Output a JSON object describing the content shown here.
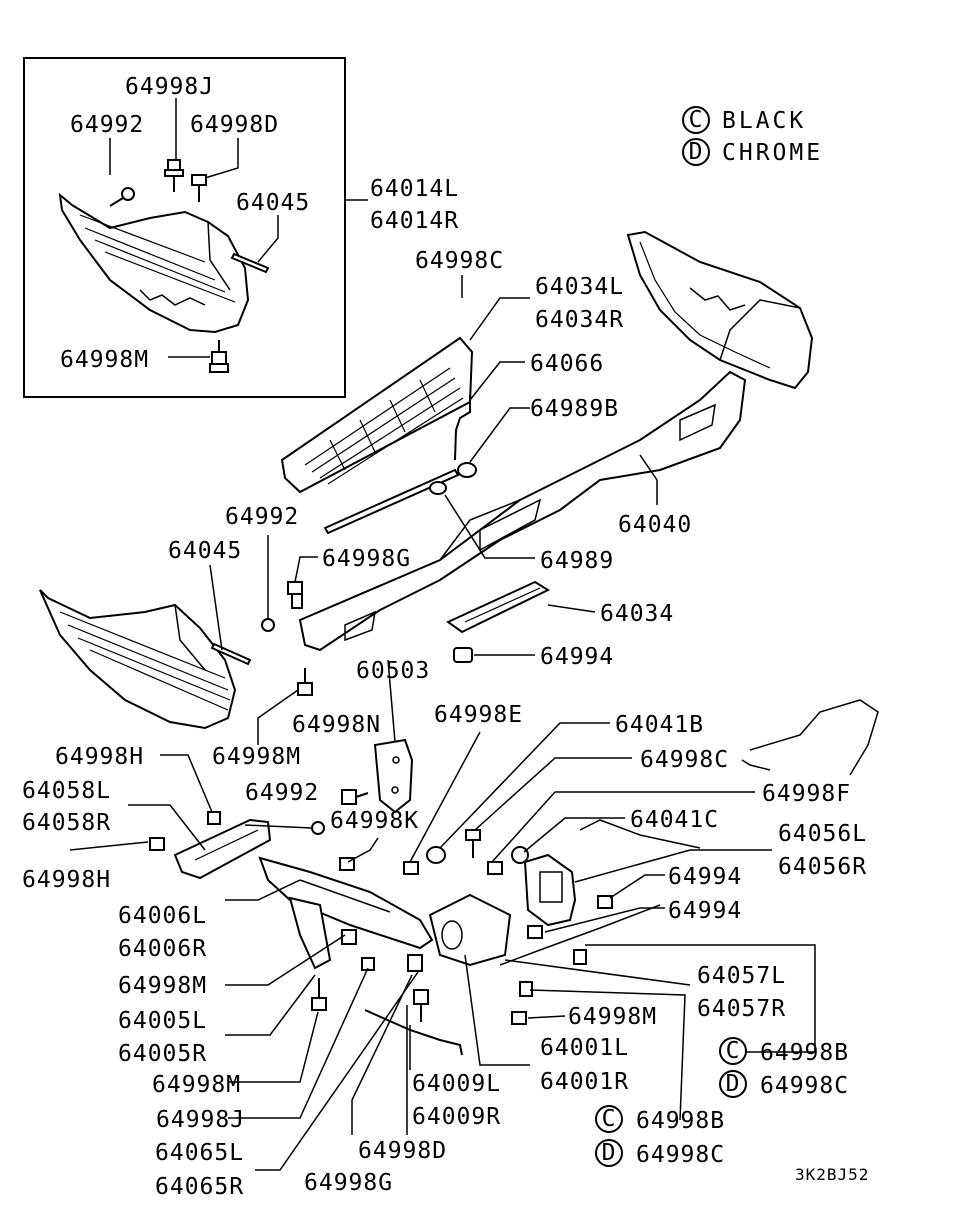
{
  "legend": {
    "black_letter": "C",
    "black_label": "BLACK",
    "chrome_letter": "D",
    "chrome_label": "CHROME"
  },
  "diagram_code": "3K2BJ52",
  "inset_group": "64014L / 64014R",
  "labels": {
    "p64998J_a": "64998J",
    "p64992_a": "64992",
    "p64998D_a": "64998D",
    "p64045_a": "64045",
    "p64014L": "64014L",
    "p64014R": "64014R",
    "p64998M_a": "64998M",
    "p64998C_a": "64998C",
    "p64034L": "64034L",
    "p64034R": "64034R",
    "p64066": "64066",
    "p64989B": "64989B",
    "p64040": "64040",
    "p64992_b": "64992",
    "p64045_b": "64045",
    "p64998G_a": "64998G",
    "p64989": "64989",
    "p64034": "64034",
    "p64994_a": "64994",
    "p60503": "60503",
    "p64998M_b": "64998M",
    "p64998N": "64998N",
    "p64998E": "64998E",
    "p64041B": "64041B",
    "p64998H_a": "64998H",
    "p64998C_b": "64998C",
    "p64058L": "64058L",
    "p64058R": "64058R",
    "p64992_c": "64992",
    "p64998F": "64998F",
    "p64998K": "64998K",
    "p64041C": "64041C",
    "p64998H_b": "64998H",
    "p64056L": "64056L",
    "p64056R": "64056R",
    "p64994_b": "64994",
    "p64006L": "64006L",
    "p64994_c": "64994",
    "p64006R": "64006R",
    "p64998M_c": "64998M",
    "p64057L": "64057L",
    "p64057R": "64057R",
    "p64005L": "64005L",
    "p64998M_d": "64998M",
    "p64005R": "64005R",
    "p64001L": "64001L",
    "p64998B_a": "64998B",
    "p64998M_e": "64998M",
    "p64009L": "64009L",
    "p64001R": "64001R",
    "p64998C_c": "64998C",
    "p64998J_b": "64998J",
    "p64009R": "64009R",
    "p64998B_b": "64998B",
    "p64065L": "64065L",
    "p64998D_b": "64998D",
    "p64998C_d": "64998C",
    "p64065R": "64065R",
    "p64998G_b": "64998G",
    "color_C": "C",
    "color_D": "D"
  }
}
